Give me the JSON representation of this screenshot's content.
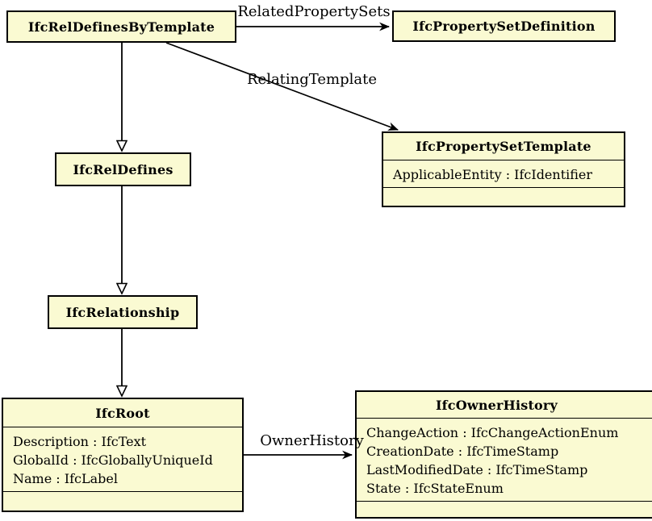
{
  "diagram": {
    "type": "uml-class-diagram",
    "topic": "IfcRelDefinesByTemplate relationships",
    "colors": {
      "box_fill": "#FAFAD2",
      "box_border": "#000000",
      "line": "#000000",
      "background": "#FFFFFF"
    },
    "classes": [
      {
        "title": "IfcRelDefinesByTemplate",
        "attributes": []
      },
      {
        "title": "IfcPropertySetDefinition",
        "attributes": []
      },
      {
        "title": "IfcPropertySetTemplate",
        "attributes": [
          "ApplicableEntity : IfcIdentifier"
        ]
      },
      {
        "title": "IfcRelDefines",
        "attributes": []
      },
      {
        "title": "IfcRelationship",
        "attributes": []
      },
      {
        "title": "IfcRoot",
        "attributes": [
          "Description : IfcText",
          "GlobalId : IfcGloballyUniqueId",
          "Name : IfcLabel"
        ]
      },
      {
        "title": "IfcOwnerHistory",
        "attributes": [
          "ChangeAction : IfcChangeActionEnum",
          "CreationDate : IfcTimeStamp",
          "LastModifiedDate : IfcTimeStamp",
          "State : IfcStateEnum"
        ]
      }
    ],
    "edges": [
      {
        "label": "RelatedPropertySets",
        "from": "IfcRelDefinesByTemplate",
        "to": "IfcPropertySetDefinition",
        "style": "open-arrow"
      },
      {
        "label": "RelatingTemplate",
        "from": "IfcRelDefinesByTemplate",
        "to": "IfcPropertySetTemplate",
        "style": "open-arrow"
      },
      {
        "label": "",
        "from": "IfcRelDefinesByTemplate",
        "to": "IfcRelDefines",
        "style": "hollow-triangle"
      },
      {
        "label": "",
        "from": "IfcRelDefines",
        "to": "IfcRelationship",
        "style": "hollow-triangle"
      },
      {
        "label": "",
        "from": "IfcRelationship",
        "to": "IfcRoot",
        "style": "hollow-triangle"
      },
      {
        "label": "OwnerHistory",
        "from": "IfcRoot",
        "to": "IfcOwnerHistory",
        "style": "open-arrow"
      }
    ]
  }
}
